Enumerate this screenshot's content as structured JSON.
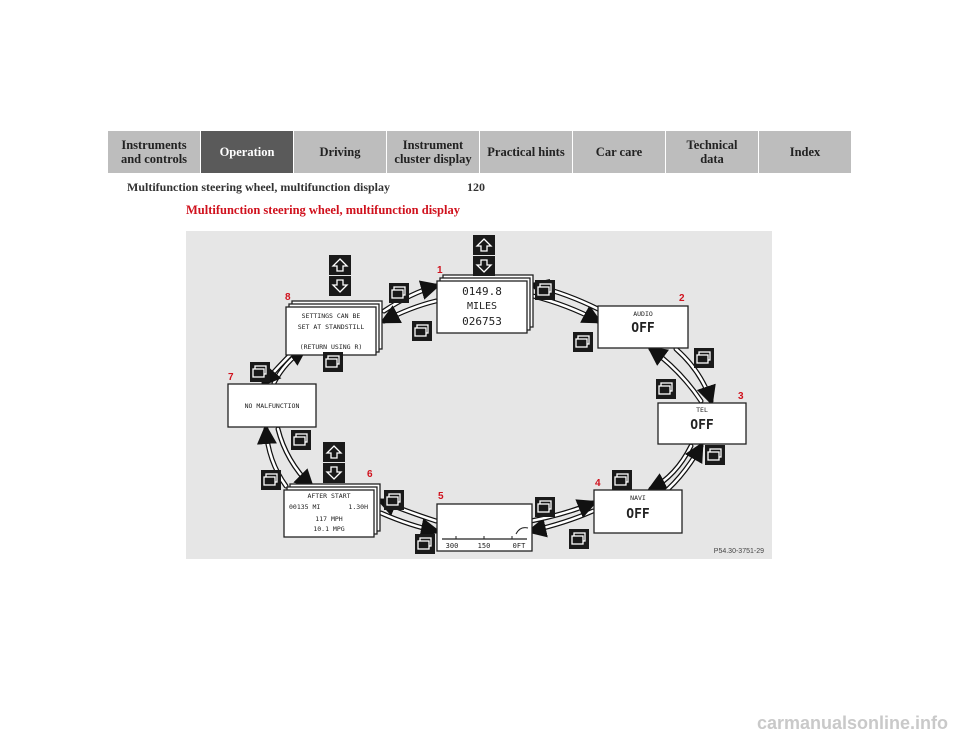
{
  "nav": {
    "tabs": [
      {
        "label": "Instruments\nand controls"
      },
      {
        "label": "Operation"
      },
      {
        "label": "Driving"
      },
      {
        "label": "Instrument\ncluster display"
      },
      {
        "label": "Practical hints"
      },
      {
        "label": "Car care"
      },
      {
        "label": "Technical\ndata"
      },
      {
        "label": "Index"
      }
    ]
  },
  "header": {
    "section": "Multifunction steering wheel, multifunction display",
    "page_number": "120"
  },
  "title": "Multifunction steering wheel, multifunction display",
  "figure": {
    "ref_code": "P54.30-3751-29",
    "screens": {
      "s1": {
        "number": "1",
        "line1": "0149.8",
        "line2": "MILES",
        "line3": "026753"
      },
      "s2": {
        "number": "2",
        "label": "AUDIO",
        "value": "OFF"
      },
      "s3": {
        "number": "3",
        "label": "TEL",
        "value": "OFF"
      },
      "s4": {
        "number": "4",
        "label": "NAVI",
        "value": "OFF"
      },
      "s5": {
        "number": "5",
        "scale": [
          "300",
          "150",
          "0FT"
        ]
      },
      "s6": {
        "number": "6",
        "line1": "AFTER START",
        "line2a": "00135 MI",
        "line2b": "1.30H",
        "line3": "117 MPH",
        "line4": "10.1 MPG"
      },
      "s7": {
        "number": "7",
        "text": "NO MALFUNCTION"
      },
      "s8": {
        "number": "8",
        "line1": "SETTINGS CAN BE",
        "line2": "SET AT STANDSTILL",
        "line3": "(RETURN USING R)"
      }
    }
  },
  "footer": "carmanualsonline.info",
  "colors": {
    "active_tab": "#5a5a5a",
    "tab": "#bdbdbd",
    "title_red": "#d0111d",
    "figure_bg": "#e6e6e6"
  }
}
